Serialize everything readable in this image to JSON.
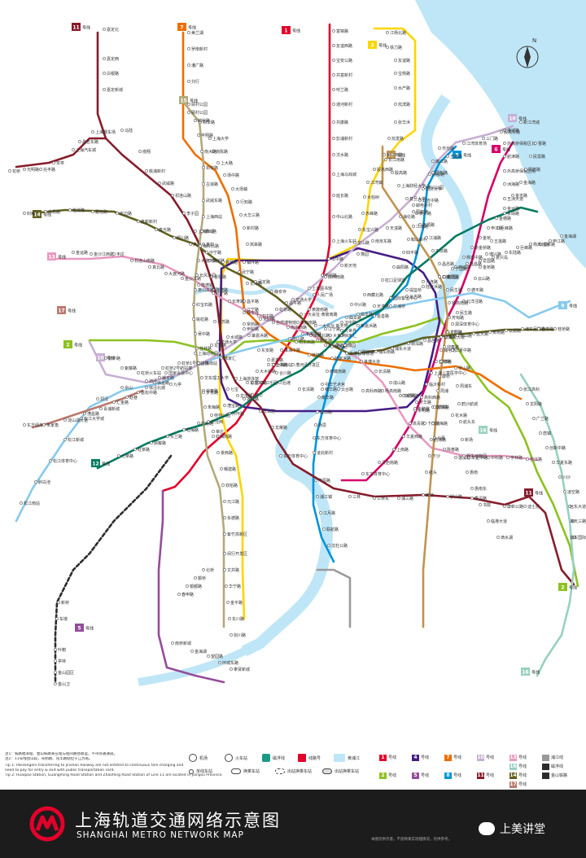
{
  "colors": {
    "l1": "#e3002b",
    "l2": "#8cc220",
    "l3": "#fcd600",
    "l4": "#461d84",
    "l5": "#944d9a",
    "l6": "#d40068",
    "l7": "#ed6f00",
    "l8": "#0094d8",
    "l9": "#87caed",
    "l10": "#c7afd3",
    "l11": "#871c2b",
    "l12": "#007a60",
    "l13": "#e999c0",
    "l14": "#616020",
    "l15": "#b5a97a",
    "l16": "#98d1c0",
    "l17": "#bb796f",
    "l18": "#c09453",
    "pj": "#2c2c2c",
    "river": "#bfe6f7"
  },
  "icons": {
    "compass": "compass-icon",
    "logo": "shanghai-metro-logo-icon",
    "wechat": "wechat-icon"
  },
  "badges": [
    {
      "id": "b11a",
      "num": "11",
      "text": "号线",
      "line": "l11"
    },
    {
      "id": "b7",
      "num": "7",
      "text": "号线",
      "line": "l7"
    },
    {
      "id": "b1a",
      "num": "1",
      "text": "号线",
      "line": "l1"
    },
    {
      "id": "b3a",
      "num": "3",
      "text": "号线",
      "line": "l3"
    },
    {
      "id": "b15",
      "num": "15",
      "text": "号线",
      "line": "l15"
    },
    {
      "id": "b10",
      "num": "10",
      "text": "号线",
      "line": "l10"
    },
    {
      "id": "b6",
      "num": "6",
      "text": "号线",
      "line": "l6"
    },
    {
      "id": "b18",
      "num": "18",
      "text": "号线",
      "line": "l18"
    },
    {
      "id": "b8",
      "num": "8",
      "text": "号线",
      "line": "l8"
    },
    {
      "id": "b14",
      "num": "14",
      "text": "号线",
      "line": "l14"
    },
    {
      "id": "b13",
      "num": "13",
      "text": "号线",
      "line": "l13"
    },
    {
      "id": "b17",
      "num": "17",
      "text": "号线",
      "line": "l17"
    },
    {
      "id": "b2",
      "num": "2",
      "text": "号线",
      "line": "l2"
    },
    {
      "id": "b10b",
      "num": "10",
      "text": "号线",
      "line": "l10"
    },
    {
      "id": "b9b",
      "num": "9",
      "text": "号线",
      "line": "l9"
    },
    {
      "id": "b12",
      "num": "12",
      "text": "号线",
      "line": "l12"
    },
    {
      "id": "b5",
      "num": "5",
      "text": "号线",
      "line": "l5"
    },
    {
      "id": "b16",
      "num": "16",
      "text": "号线",
      "line": "l16"
    },
    {
      "id": "b11b",
      "num": "11",
      "text": "号线",
      "line": "l11"
    },
    {
      "id": "b2b",
      "num": "2",
      "text": "号线",
      "line": "l2"
    },
    {
      "id": "b16b",
      "num": "16",
      "text": "号线",
      "line": "l16"
    }
  ],
  "stations": {
    "s1": "嘉定北",
    "s2": "嘉定西",
    "s3": "白银路",
    "s4": "嘉定新城",
    "s5": "马陆",
    "s6": "南翔",
    "s7": "桃浦新村",
    "s8": "武威路",
    "s9": "祁连山路",
    "s10": "李子园",
    "s11": "上海西站",
    "s12": "真如",
    "s13": "枫桥路",
    "s14": "曹杨路",
    "s15": "隆德路",
    "s16": "江苏路",
    "s17": "交通大学",
    "s18": "徐家汇",
    "s19": "上海游泳馆",
    "s20": "龙华",
    "s21": "云锦路",
    "s22": "龙耀路",
    "s23": "东方体育中心",
    "s24": "三林",
    "s25": "三林东",
    "s26": "浦三路",
    "s27": "御桥",
    "s28": "罗山路",
    "s29": "秀沿路",
    "s30": "康新公路",
    "s31": "迪士尼",
    "s32": "花桥",
    "s33": "光明路",
    "s34": "兆丰路",
    "s35": "安亭",
    "s36": "上海汽车城",
    "s37": "昌吉东路",
    "s38": "上海赛车场",
    "s40": "美兰湖",
    "s41": "罗南新村",
    "s42": "潘广路",
    "s43": "刘行",
    "s44": "顾村公园",
    "s45": "祁华路",
    "s46": "上海大学",
    "s47": "南陈路",
    "s48": "上大路",
    "s49": "场中路",
    "s50": "大场镇",
    "s51": "行知路",
    "s52": "大华三路",
    "s53": "新村路",
    "s54": "岚皋路",
    "s55": "镇坪路",
    "s56": "长寿路",
    "s57": "昌平路",
    "s58": "静安寺",
    "s59": "常熟路",
    "s60": "肇嘉浜路",
    "s61": "东安路",
    "s62": "龙华中路",
    "s63": "后滩",
    "s64": "长清路",
    "s65": "耀华路",
    "s66": "云台路",
    "s67": "高科西路",
    "s68": "杨高南路",
    "s69": "锦绣路",
    "s70": "芳华路",
    "s71": "龙阳路",
    "s72": "花木路",
    "s73": "富锦路",
    "s74": "友谊西路",
    "s75": "宝安公路",
    "s76": "共富新村",
    "s77": "呼兰路",
    "s78": "通河新村",
    "s79": "共康路",
    "s80": "彭浦新村",
    "s81": "汶水路",
    "s82": "上海马戏城",
    "s83": "延长路",
    "s84": "中山北路",
    "s85": "上海火车站",
    "s86": "汉中路",
    "s87": "新闸路",
    "s88": "人民广场",
    "s89": "黄陂南路",
    "s90": "陕西南路",
    "s91": "衡山路",
    "s92": "上海南站",
    "s93": "锦江乐园",
    "s94": "莲花路",
    "s95": "外环路",
    "s96": "莘庄",
    "s97": "江杨北路",
    "s98": "铁力路",
    "s99": "友谊路",
    "s100": "宝杨路",
    "s101": "水产路",
    "s102": "淞滨路",
    "s103": "张华浜",
    "s104": "淞发路",
    "s105": "长江南路",
    "s106": "殷高西路",
    "s107": "江湾镇",
    "s108": "大柏树",
    "s109": "赤峰路",
    "s110": "东宝兴路",
    "s111": "宝山路",
    "s112": "港城路",
    "s113": "外高桥保税区北",
    "s114": "航津路",
    "s115": "外高桥保税区南",
    "s116": "洲海路",
    "s117": "五洲大道",
    "s118": "东靖路",
    "s119": "巨峰路",
    "s120": "五莲路",
    "s121": "博兴路",
    "s122": "金桥路",
    "s123": "云山路",
    "s124": "德平路",
    "s125": "北洋泾路",
    "s126": "民生路",
    "s127": "源深体育中心",
    "s128": "世纪大道",
    "s129": "浦电路",
    "s130": "蓝村路",
    "s131": "上海儿童医学中心",
    "s132": "临沂新村",
    "s133": "高科西路",
    "s134": "东明路",
    "s135": "高青路",
    "s136": "华夏西路",
    "s137": "上南路",
    "s138": "灵岩南路",
    "s139": "东方体育中心",
    "s140": "市光路",
    "s141": "嫩江路",
    "s142": "翔殷路",
    "s143": "黄兴公园",
    "s144": "延吉中路",
    "s145": "黄兴路",
    "s146": "江浦路",
    "s147": "鞍山新村",
    "s148": "四平路",
    "s149": "曲阳路",
    "s150": "虹口足球场",
    "s151": "西藏北路",
    "s152": "中兴路",
    "s153": "曲阜路",
    "s154": "大世界",
    "s155": "老西门",
    "s156": "陆家浜路",
    "s157": "西藏南路",
    "s158": "中华艺术宫",
    "s159": "耀华路",
    "s160": "成山路",
    "s161": "杨思",
    "s162": "东方体育中心",
    "s163": "凌兆新村",
    "s164": "芦恒路",
    "s165": "浦江镇",
    "s166": "江月路",
    "s167": "联航路",
    "s168": "沈杜公路",
    "s169": "曹路",
    "s170": "民雷路",
    "s171": "顾唐路",
    "s172": "金海路",
    "s173": "金吉路",
    "s174": "金运路",
    "s175": "金穗路",
    "s176": "申江路",
    "s177": "金桥",
    "s178": "新金桥路",
    "s179": "杨高中路",
    "s180": "商城路",
    "s181": "小南门",
    "s182": "陆家浜路",
    "s183": "马当路",
    "s184": "打浦桥",
    "s185": "嘉善路",
    "s186": "肇嘉浜路",
    "s187": "徐家汇",
    "s188": "宜山路",
    "s189": "桂林路",
    "s190": "漕河泾开发区",
    "s191": "合川路",
    "s192": "星中路",
    "s193": "七宝",
    "s194": "中春路",
    "s195": "九亭",
    "s196": "泗泾",
    "s197": "佘山",
    "s198": "洞泾",
    "s199": "松江大学城",
    "s200": "松江新城",
    "s201": "松江体育中心",
    "s202": "醉白池",
    "s203": "松江南站",
    "s204": "新江湾城",
    "s205": "殷高东路",
    "s206": "三门路",
    "s207": "江湾体育场",
    "s208": "五角场",
    "s209": "国权路",
    "s210": "同济大学",
    "s211": "邮电新村",
    "s212": "海伦路",
    "s213": "天潼路",
    "s214": "南京东路",
    "s215": "豫园",
    "s216": "新天地",
    "s217": "陕西南路",
    "s218": "上海图书馆",
    "s219": "交通大学",
    "s220": "虹桥路",
    "s221": "宋园路",
    "s222": "伊犁路",
    "s223": "水城路",
    "s224": "龙溪路",
    "s225": "上海动物园",
    "s226": "虹桥1号航站楼",
    "s227": "虹桥2号航站楼",
    "s228": "虹桥火车站",
    "s229": "紫藤路",
    "s230": "航中路",
    "s231": "金海湖",
    "s232": "申江路",
    "s233": "金京路",
    "s234": "杨高北路",
    "s235": "巨峰路",
    "s236": "东陆路",
    "s237": "复兴岛",
    "s238": "爱国路",
    "s239": "隆昌路",
    "s240": "宁国路",
    "s241": "江浦公园",
    "s242": "大连路",
    "s243": "提篮桥",
    "s244": "国际客运中心",
    "s245": "天潼路",
    "s246": "曲阜路",
    "s247": "汉中路",
    "s248": "江宁路",
    "s249": "陕西北路",
    "s250": "南京西路",
    "s251": "淮海中路",
    "s252": "嘉善路",
    "s253": "大木桥路",
    "s254": "龙华",
    "s255": "龙漕路",
    "s256": "漕宝路",
    "s257": "桂林公园",
    "s258": "虹漕路",
    "s259": "虹梅路",
    "s260": "东兰路",
    "s261": "顾戴路",
    "s262": "虹莘路",
    "s263": "七莘路",
    "s264": "金运路",
    "s265": "金沙江西路",
    "s266": "丰庄",
    "s267": "祁连山南路",
    "s268": "真北路",
    "s269": "大渡河路",
    "s270": "金沙江路",
    "s271": "隆德路",
    "s272": "武宁路",
    "s273": "长寿路",
    "s274": "江宁路",
    "s275": "汉中路",
    "s276": "自然博物馆",
    "s277": "南京西路",
    "s278": "淮海中路",
    "s279": "新天地",
    "s280": "马当路",
    "s281": "世博会博物馆",
    "s282": "世博大道",
    "s283": "长清路",
    "s284": "成山路",
    "s285": "东明路",
    "s286": "华鹏路",
    "s287": "下南路",
    "s288": "北蔡",
    "s289": "陈春路",
    "s290": "莲溪路",
    "s291": "华夏中路",
    "s292": "中科路",
    "s293": "学林路",
    "s294": "张江路",
    "s295": "封浜",
    "s296": "乐秀路",
    "s297": "临洮路",
    "s298": "嘉怡路",
    "s299": "定边路",
    "s300": "真新新村",
    "s301": "真光路",
    "s302": "铜川路",
    "s303": "真如",
    "s304": "中宁路",
    "s305": "曹杨路",
    "s306": "武宁路",
    "s307": "武定路",
    "s308": "静安寺",
    "s309": "昌平路",
    "s310": "一大会址·黄陂南路",
    "s311": "一大会址·新天地",
    "s312": "大世界",
    "s313": "豫园",
    "s314": "陆家嘴",
    "s315": "浦东南路",
    "s316": "浦东大道",
    "s317": "源深路",
    "s318": "昌邑路",
    "s319": "歇浦路",
    "s320": "云山路",
    "s321": "蓝天路",
    "s322": "黄杨路",
    "s323": "云顺路",
    "s324": "浦东足球场",
    "s325": "金粤路",
    "s326": "桂桥路",
    "s327": "顾村公园",
    "s328": "锦秋路",
    "s329": "丰翔路",
    "s330": "南大路",
    "s331": "祁安路",
    "s332": "古浪路",
    "s333": "武威东路",
    "s334": "上海西站",
    "s335": "铜川路",
    "s336": "梅岭北路",
    "s337": "大渡河路",
    "s338": "长风公园",
    "s339": "娄山关路",
    "s340": "红宝石路",
    "s341": "姚虹路",
    "s342": "吴中路",
    "s343": "桂林路",
    "s344": "上海南站",
    "s345": "华东理工大学",
    "s346": "罗秀路",
    "s347": "朱梅路",
    "s348": "华泾西",
    "s349": "虹梅南路",
    "s350": "景西路",
    "s351": "曙建路",
    "s352": "双柏路",
    "s353": "元江路",
    "s354": "永德路",
    "s355": "紫竹高新区",
    "s356": "东方绿舟",
    "s357": "朱家角",
    "s358": "淀山湖大道",
    "s359": "漕盈路",
    "s360": "青浦新城",
    "s361": "汇金路",
    "s362": "赵巷",
    "s363": "嘉松中路",
    "s364": "徐泾北城",
    "s365": "徐盈路",
    "s366": "蟠龙路",
    "s367": "国家会展中心",
    "s368": "长江南路",
    "s369": "殷高路",
    "s370": "上海财经大学",
    "s371": "复旦大学",
    "s372": "国权路",
    "s373": "抚顺路",
    "s374": "江浦路",
    "s375": "平凉路",
    "s376": "昌邑路",
    "s377": "龙居路",
    "s378": "民生路",
    "s379": "杨高南路",
    "s380": "芳甸路",
    "s381": "龙阳路",
    "s382": "迎春路",
    "s383": "御桥",
    "s384": "康桥",
    "s385": "周浦",
    "s386": "繁荣路",
    "s387": "沈梅路",
    "s388": "鹤涛路",
    "s389": "下沙",
    "s390": "航头",
    "s391": "龙阳路",
    "s392": "华夏中路",
    "s393": "罗山路",
    "s394": "周浦东",
    "s395": "鹤沙航城",
    "s396": "航头东",
    "s397": "新场",
    "s398": "野生动物园",
    "s399": "惠南",
    "s400": "惠南东",
    "s401": "书院",
    "s402": "临港大道",
    "s403": "滴水湖",
    "s404": "张江高科",
    "s405": "龙阳路",
    "s406": "广兰路",
    "s407": "唐镇",
    "s408": "创新中路",
    "s409": "华夏东路",
    "s410": "川沙",
    "s411": "凌空路",
    "s412": "远东大道",
    "s413": "海天三路",
    "s414": "浦东国际机场",
    "s415": "闵行开发区",
    "s416": "文井路",
    "s417": "华宁路",
    "s418": "金平路",
    "s419": "东川路",
    "s420": "剑川路",
    "s421": "北桥",
    "s422": "颛桥",
    "s423": "银都路",
    "s424": "春申路",
    "s425": "南桥新城",
    "s426": "金海湖",
    "s427": "望园路",
    "s428": "环城东路",
    "s429": "奉贤新城",
    "s430": "金山卫",
    "s431": "金山园区",
    "s432": "亭林",
    "s433": "叶榭",
    "s434": "车墩",
    "s435": "新桥"
  },
  "legend": {
    "notes": [
      "注1：铁路福泽站、金山铁路莘庄站与站间路径联运，不带旁通通道。",
      "注2：11号线昆山段，光明路、兆丰路站位于江苏省。",
      "Tip 1: Passengers transferring to Jinshan Railway are not entitled to continuous fare charging and",
      "need to pay for entry & exit with public transportation card.",
      "Tip 2: Huaqiao Station, Guangming Road Station and Zhaofeng Road Station of Line 11 are located in Jiangsu Province."
    ],
    "symbols": [
      {
        "icon": "airport-icon",
        "label": "机场",
        "en": "Airport"
      },
      {
        "icon": "railway-station-icon",
        "label": "火车站",
        "en": "Railway Station"
      },
      {
        "icon": "maglev-icon",
        "label": "磁浮线",
        "en": "Maglev"
      },
      {
        "icon": "line-number-icon",
        "label": "线路号",
        "en": "Line"
      },
      {
        "icon": "huangpu-river-icon",
        "label": "黄浦江",
        "en": "Huangpu River"
      },
      {
        "icon": "station-icon",
        "label": "单线车站",
        "en": "Single-line Station"
      },
      {
        "icon": "transfer-station-icon",
        "label": "换乘车站",
        "en": "Transfer Station"
      },
      {
        "icon": "out-station-transfer-icon",
        "label": "出站换乘车站",
        "en": "Out-of-station Transfer"
      },
      {
        "icon": "planned-transfer-icon",
        "label": "出站换乘车站",
        "en": "Planned Transfer"
      }
    ],
    "lines": [
      {
        "num": "1",
        "label": "号线",
        "line": "l1"
      },
      {
        "num": "4",
        "label": "号线",
        "line": "l4"
      },
      {
        "num": "7",
        "label": "号线",
        "line": "l7"
      },
      {
        "num": "10",
        "label": "号线",
        "line": "l10"
      },
      {
        "num": "13",
        "label": "号线",
        "line": "l13"
      },
      {
        "num": "16",
        "label": "号线",
        "line": "l16"
      },
      {
        "num": "2",
        "label": "号线",
        "line": "l2"
      },
      {
        "num": "5",
        "label": "号线",
        "line": "l5"
      },
      {
        "num": "8",
        "label": "号线",
        "line": "l8"
      },
      {
        "num": "11",
        "label": "号线",
        "line": "l11"
      },
      {
        "num": "14",
        "label": "号线",
        "line": "l14"
      },
      {
        "num": "17",
        "label": "号线",
        "line": "l17"
      },
      {
        "num": "3",
        "label": "号线",
        "line": "l3"
      },
      {
        "num": "6",
        "label": "号线",
        "line": "l6"
      },
      {
        "num": "9",
        "label": "号线",
        "line": "l9"
      },
      {
        "num": "12",
        "label": "号线",
        "line": "l12"
      },
      {
        "num": "15",
        "label": "号线",
        "line": "l15"
      },
      {
        "num": "18",
        "label": "号线",
        "line": "l18"
      }
    ],
    "extra": [
      {
        "label": "浦江线",
        "color": "#9a9a9a"
      },
      {
        "label": "磁浮线",
        "color": "#2c2c2c"
      },
      {
        "label": "金山铁路",
        "color": "#2c2c2c"
      }
    ]
  },
  "footer": {
    "title_cn": "上海轨道交通网络示意图",
    "title_en": "SHANGHAI METRO NETWORK MAP",
    "disclaimer": "本图仅供示意，不反映真实地理情况，仅供参考。",
    "watermark": "上美讲堂"
  }
}
